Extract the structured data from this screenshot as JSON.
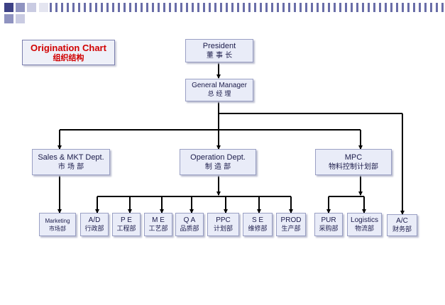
{
  "title": {
    "en": "Origination Chart",
    "zh": "组织结构"
  },
  "nodes": {
    "president": {
      "en": "President",
      "zh": "董 事 长"
    },
    "gm": {
      "en": "General Manager",
      "zh": "总 经 理"
    },
    "sales": {
      "en": "Sales & MKT Dept.",
      "zh": "市 场 部"
    },
    "operation": {
      "en": "Operation Dept.",
      "zh": "制 造 部"
    },
    "mpc": {
      "en": "MPC",
      "zh": "物料控制计划部"
    },
    "marketing": {
      "en": "Marketing",
      "zh": "市场部"
    },
    "ad": {
      "en": "A/D",
      "zh": "行政部"
    },
    "pe": {
      "en": "P E",
      "zh": "工程部"
    },
    "me": {
      "en": "M E",
      "zh": "工艺部"
    },
    "qa": {
      "en": "Q A",
      "zh": "品质部"
    },
    "ppc": {
      "en": "PPC",
      "zh": "计划部"
    },
    "se": {
      "en": "S E",
      "zh": "维修部"
    },
    "prod": {
      "en": "PROD",
      "zh": "生产部"
    },
    "pur": {
      "en": "PUR",
      "zh": "采购部"
    },
    "logistics": {
      "en": "Logistics",
      "zh": "物流部"
    },
    "ac": {
      "en": "A/C",
      "zh": "财务部"
    }
  },
  "colors": {
    "accent": "#d10000",
    "node_fill": "#e9ecf8",
    "node_border": "#9aa0c4",
    "line": "#000000",
    "corner": "#3d4185"
  }
}
